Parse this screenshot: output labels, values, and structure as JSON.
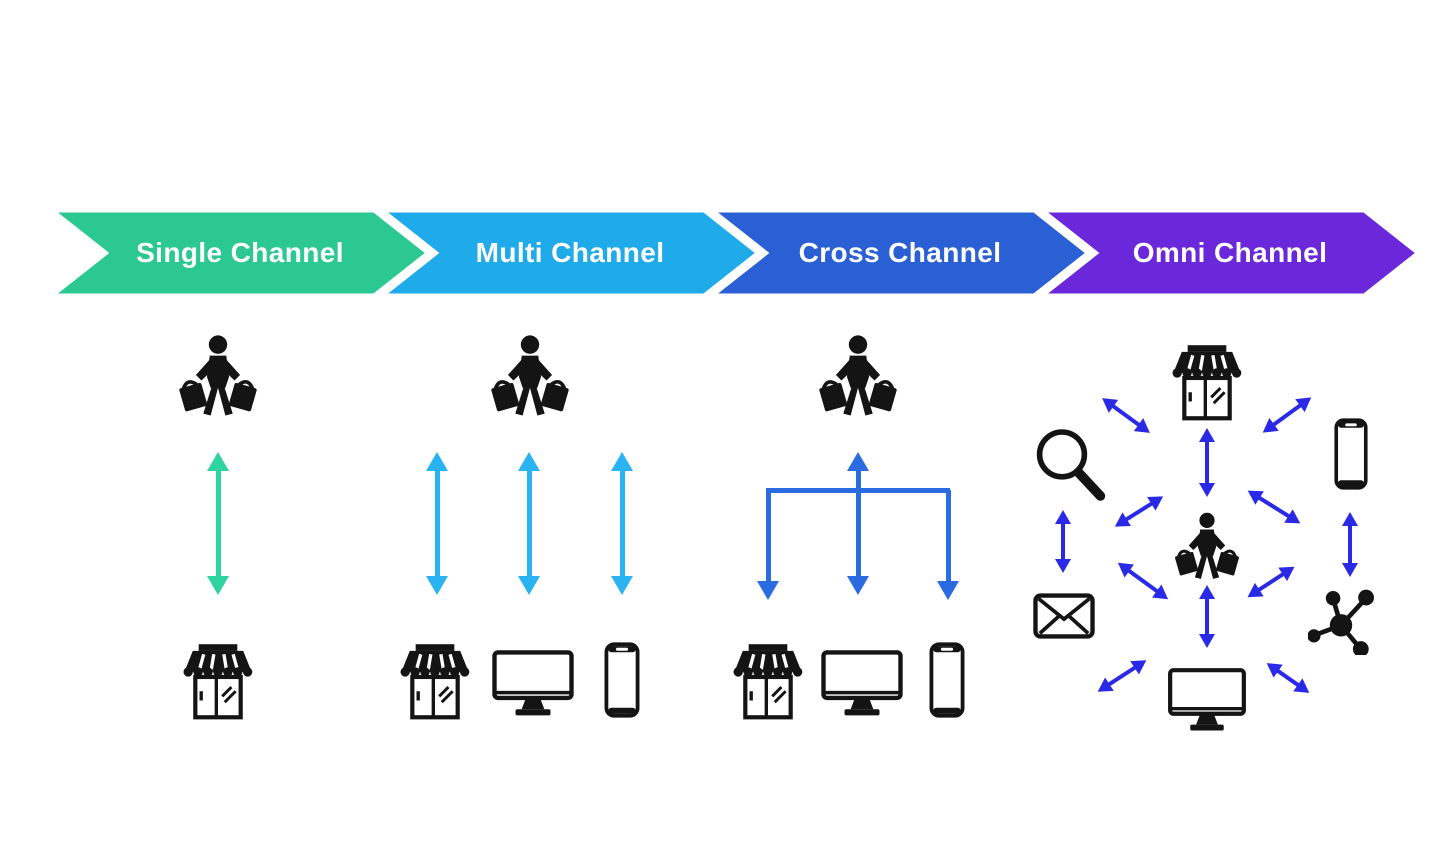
{
  "banners": [
    {
      "label": "Single Channel",
      "color": "#2cc892"
    },
    {
      "label": "Multi Channel",
      "color": "#1faae9"
    },
    {
      "label": "Cross Channel",
      "color": "#2b60d5"
    },
    {
      "label": "Omni Channel",
      "color": "#6a28da"
    }
  ],
  "columns": [
    {
      "id": "single-channel",
      "arrow_color": "#2ed3a0",
      "customer": "shopper-icon",
      "devices": [
        "store-icon"
      ]
    },
    {
      "id": "multi-channel",
      "arrow_color": "#29b3f0",
      "customer": "shopper-icon",
      "devices": [
        "store-icon",
        "desktop-icon",
        "phone-icon"
      ]
    },
    {
      "id": "cross-channel",
      "arrow_color": "#2a6cdf",
      "customer": "shopper-icon",
      "devices": [
        "store-icon",
        "desktop-icon",
        "phone-icon"
      ]
    },
    {
      "id": "omni-channel",
      "arrow_color": "#2a2ae6",
      "customer": "shopper-icon",
      "devices": [
        "store-icon",
        "search-icon",
        "phone-icon",
        "mail-icon",
        "network-icon",
        "desktop-icon"
      ]
    }
  ],
  "icons": {
    "shopper-icon": "person-with-shopping-bags",
    "store-icon": "storefront-with-awning",
    "desktop-icon": "desktop-monitor",
    "phone-icon": "smartphone",
    "search-icon": "magnifying-glass",
    "mail-icon": "envelope",
    "network-icon": "connected-nodes"
  },
  "icon_color": "#141414",
  "background": "#ffffff"
}
